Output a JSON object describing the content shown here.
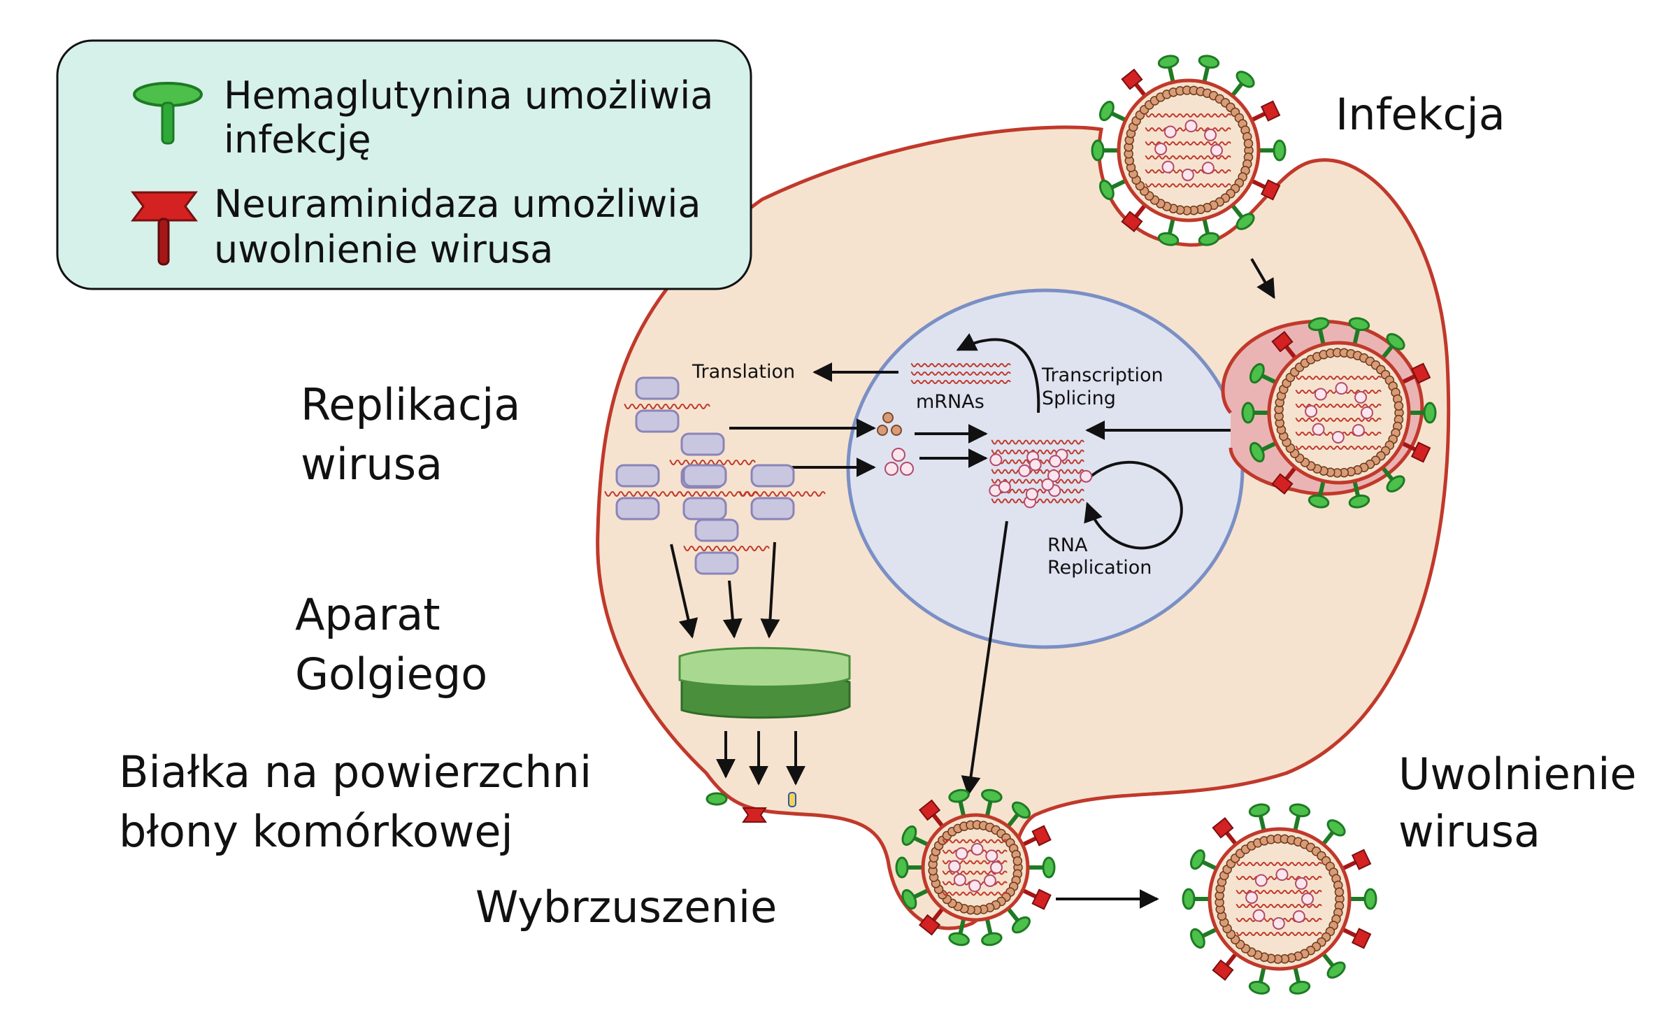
{
  "legend": {
    "hemagglutinin_line1": "Hemaglutynina umożliwia",
    "hemagglutinin_line2": "infekcję",
    "neuraminidase_line1": "Neuraminidaza umożliwia",
    "neuraminidase_line2": "uwolnienie wirusa"
  },
  "stages": {
    "infection": "Infekcja",
    "replication_line1": "Replikacja",
    "replication_line2": "wirusa",
    "golgi_line1": "Aparat",
    "golgi_line2": "Golgiego",
    "surface_line1": "Białka na powierzchni",
    "surface_line2": "błony komórkowej",
    "budding": "Wybrzuszenie",
    "release_line1": "Uwolnienie",
    "release_line2": "wirusa"
  },
  "nucleus": {
    "translation": "Translation",
    "mrnas": "mRNAs",
    "transcription": "Transcription",
    "splicing": "Splicing",
    "rna": "RNA",
    "replication": "Replication"
  },
  "colors": {
    "cell_fill": "#f6e3cf",
    "cell_stroke": "#c0392b",
    "nucleus_fill": "#dfe3f0",
    "nucleus_stroke": "#7a8fc4",
    "legend_fill": "#d6f1ea",
    "hemagglutinin": "#2fa83a",
    "neuraminidase": "#c21f1f",
    "golgi": "#7cc45c",
    "ribosome": "#c9c6e0",
    "virion_bead": "#d99b78"
  }
}
